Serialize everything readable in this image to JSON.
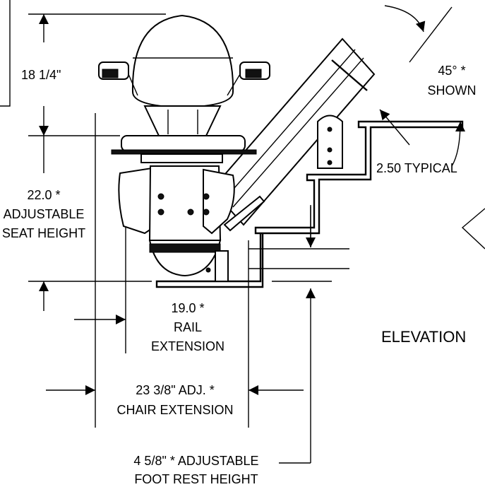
{
  "dimensions": {
    "height_top": "18 1/4\"",
    "seat_height_value": "22.0 *",
    "seat_height_line1": "ADJUSTABLE",
    "seat_height_line2": "SEAT HEIGHT",
    "rail_ext_value": "19.0 *",
    "rail_ext_line1": "RAIL",
    "rail_ext_line2": "EXTENSION",
    "chair_ext_line1": "23 3/8\" ADJ. *",
    "chair_ext_line2": "CHAIR EXTENSION",
    "footrest_line1": "4 5/8\" * ADJUSTABLE",
    "footrest_line2": "FOOT REST HEIGHT",
    "angle_line1": "45° *",
    "angle_line2": "SHOWN",
    "typical": "2.50 TYPICAL"
  },
  "view_title": "ELEVATION"
}
